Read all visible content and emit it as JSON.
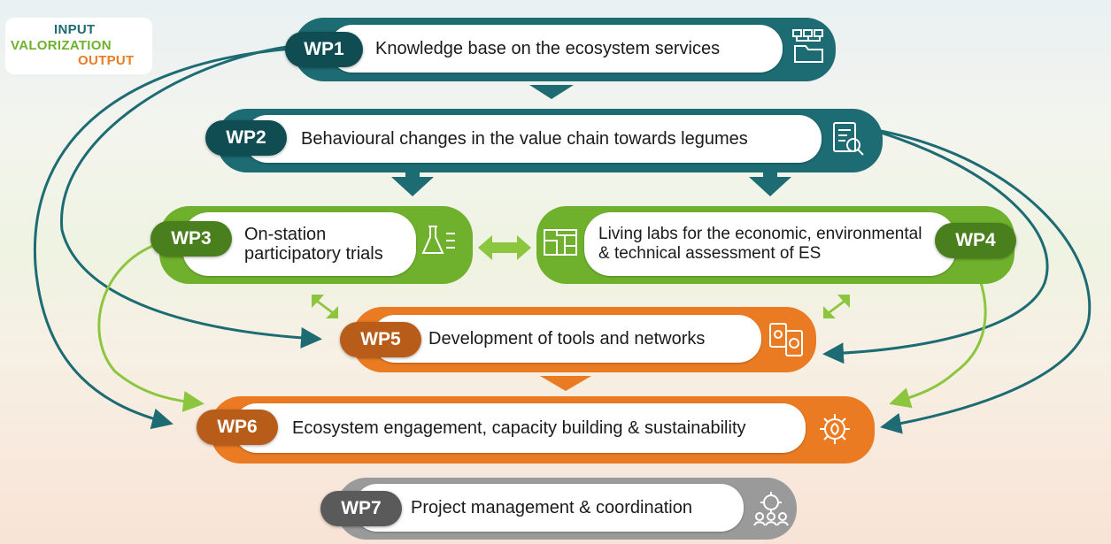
{
  "legend": {
    "input": "INPUT",
    "valorization": "VALORIZATION",
    "output": "OUTPUT"
  },
  "work_packages": [
    {
      "id": "WP1",
      "title": "Knowledge base on the ecosystem services",
      "icon": "folder-network-icon",
      "group": "input"
    },
    {
      "id": "WP2",
      "title": "Behavioural changes in the value chain towards legumes",
      "icon": "report-analysis-icon",
      "group": "input"
    },
    {
      "id": "WP3",
      "title_line1": "On-station",
      "title_line2": "participatory trials",
      "icon": "flask-list-icon",
      "group": "valorization"
    },
    {
      "id": "WP4",
      "title_line1": "Living labs for the economic, environmental",
      "title_line2": "& technical assessment of ES",
      "icon": "map-grid-icon",
      "group": "valorization"
    },
    {
      "id": "WP5",
      "title": "Development of tools and networks",
      "icon": "devices-gear-icon",
      "group": "output"
    },
    {
      "id": "WP6",
      "title": "Ecosystem engagement, capacity building & sustainability",
      "icon": "gear-leaf-icon",
      "group": "output"
    },
    {
      "id": "WP7",
      "title": "Project management & coordination",
      "icon": "team-gear-icon",
      "group": "management"
    }
  ],
  "colors": {
    "input": "#1d6b73",
    "input_dark": "#0f4d52",
    "valorization": "#6fb12d",
    "valorization_dark": "#4a7f1e",
    "output": "#ea7b22",
    "output_dark": "#b85d19",
    "management": "#8a8a8a",
    "management_dark": "#5a5a5a"
  }
}
